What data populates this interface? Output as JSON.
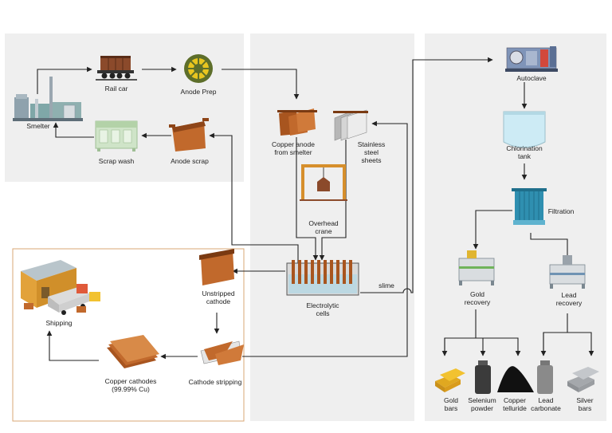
{
  "labels": {
    "smelter": "Smelter",
    "rail_car": "Rail car",
    "anode_prep": "Anode Prep",
    "scrap_wash": "Scrap wash",
    "anode_scrap": "Anode scrap",
    "copper_anode_1": "Copper anode",
    "copper_anode_2": "from smelter",
    "stainless_1": "Stainless",
    "stainless_2": "steel",
    "stainless_3": "sheets",
    "overhead_1": "Overhead",
    "overhead_2": "crane",
    "electrolytic_1": "Electrolytic",
    "electrolytic_2": "cells",
    "slime": "slime",
    "unstripped_1": "Unstripped",
    "unstripped_2": "cathode",
    "cathode_stripping": "Cathode stripping",
    "copper_cathodes_1": "Copper cathodes",
    "copper_cathodes_2": "(99.99% Cu)",
    "shipping": "Shipping",
    "autoclave": "Autoclave",
    "chlorination_1": "Chlorination",
    "chlorination_2": "tank",
    "filtration": "Filtration",
    "gold_recovery_1": "Gold",
    "gold_recovery_2": "recovery",
    "lead_recovery_1": "Lead",
    "lead_recovery_2": "recovery",
    "gold_bars_1": "Gold",
    "gold_bars_2": "bars",
    "selenium_1": "Selenium",
    "selenium_2": "powder",
    "copper_telluride_1": "Copper",
    "copper_telluride_2": "telluride",
    "lead_carbonate_1": "Lead",
    "lead_carbonate_2": "carbonate",
    "silver_bars_1": "Silver",
    "silver_bars_2": "bars"
  },
  "colors": {
    "panel_fill": "#efefef",
    "shipping_border": "#d9a774",
    "copper": "#c1692c",
    "copper_dark": "#8e4518",
    "steel": "#c9c9c9",
    "arrow": "#222222",
    "water": "#cdebf5",
    "filter_blue": "#2f8fb0",
    "gold": "#f2c230",
    "silver": "#b5b8bc"
  },
  "icons": [
    "smelter-icon",
    "rail-car-icon",
    "anode-prep-icon",
    "scrap-wash-icon",
    "anode-scrap-icon",
    "copper-anode-icon",
    "stainless-sheets-icon",
    "overhead-crane-icon",
    "electrolytic-cells-icon",
    "unstripped-cathode-icon",
    "cathode-stripping-icon",
    "copper-cathodes-icon",
    "shipping-warehouse-icon",
    "autoclave-icon",
    "chlorination-tank-icon",
    "filtration-icon",
    "gold-recovery-icon",
    "lead-recovery-icon",
    "gold-bars-icon",
    "selenium-powder-icon",
    "copper-telluride-icon",
    "lead-carbonate-icon",
    "silver-bars-icon"
  ]
}
